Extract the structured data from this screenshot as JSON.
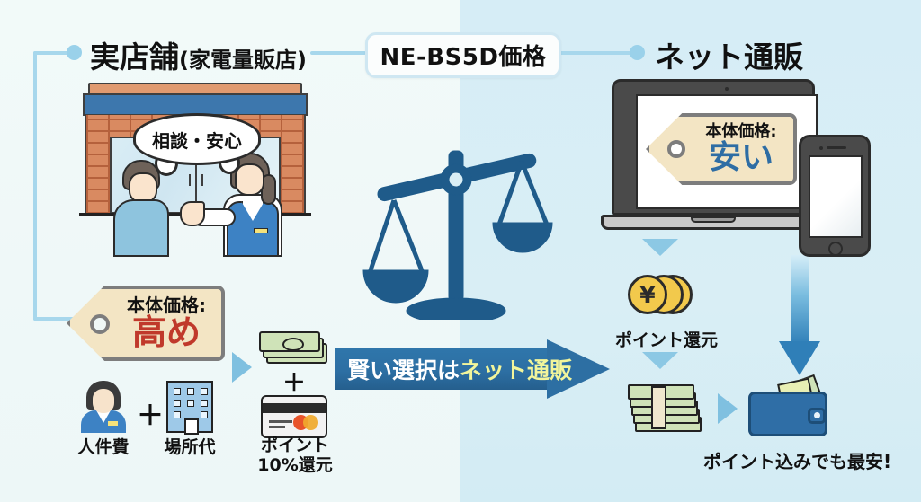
{
  "headers": {
    "store": "実店舗",
    "store_sub": "(家電量販店)",
    "center_label": "NE-BS5D価格",
    "net": "ネット通販"
  },
  "store_scene": {
    "speech_bubble": "相談・安心"
  },
  "left_column": {
    "price_tag": {
      "caption": "本体価格:",
      "value": "高め",
      "value_color": "#c0392b"
    },
    "cost_items": [
      {
        "label": "人件費",
        "icon": "staff-person-icon"
      },
      {
        "label": "場所代",
        "icon": "building-icon"
      }
    ],
    "plus_sign": "＋",
    "points": {
      "line1": "ポイント",
      "line2": "10%還元",
      "icons": [
        "cash-bills-icon",
        "credit-card-icon"
      ],
      "plus": "＋"
    }
  },
  "center": {
    "banner_text_plain": "賢い選択は",
    "banner_text_accent": "ネット通販",
    "banner_color": "#2d6fa3",
    "banner_accent_color": "#f2f59b",
    "scale_icon": "balance-scale-icon"
  },
  "right_column": {
    "price_tag": {
      "caption": "本体価格:",
      "value": "安い",
      "value_color": "#2e6da4"
    },
    "devices": [
      "laptop-icon",
      "smartphone-icon"
    ],
    "points_return": {
      "label": "ポイント還元",
      "icon": "yen-coins-icon",
      "coin_symbol": "¥"
    },
    "cash_icon": "money-stack-icon",
    "wallet_icon": "wallet-icon",
    "conclusion": "ポイント込みでも最安!"
  },
  "theme": {
    "bg_left": "#eff8f7",
    "bg_right": "#d9eef5",
    "line_blue": "#a7d7ec",
    "arrow_blue": "#7fc0e0",
    "deep_blue": "#2d6fa3"
  }
}
